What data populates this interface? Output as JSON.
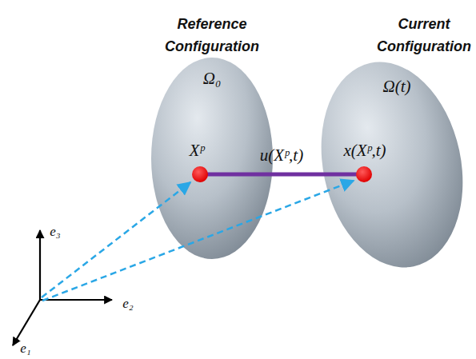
{
  "diagram": {
    "nodes": [
      {
        "text": [
          "Reference Configuration",
          "Ω₀"
        ]
      },
      {
        "text": [
          "Current Configuration",
          "Ω(t)"
        ]
      }
    ],
    "labels": [
      "Xᵖ",
      "u(Xᵖ,t)",
      "x(Xᵖ,t)",
      "e₁",
      "e₂",
      "e₃"
    ]
  }
}
